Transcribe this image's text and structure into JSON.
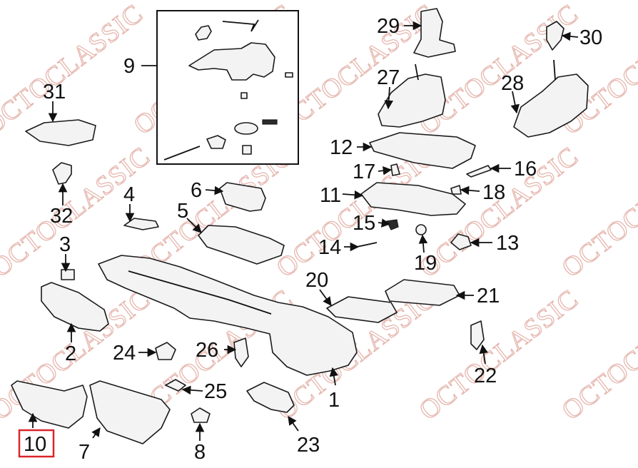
{
  "watermark": "OCTOCLASSIC",
  "highlight_color": "#d9262b",
  "callouts": {
    "c1": "1",
    "c2": "2",
    "c3": "3",
    "c4": "4",
    "c5": "5",
    "c6": "6",
    "c7": "7",
    "c8": "8",
    "c9": "9",
    "c10": "10",
    "c11": "11",
    "c12": "12",
    "c13": "13",
    "c14": "14",
    "c15": "15",
    "c16": "16",
    "c17": "17",
    "c18": "18",
    "c19": "19",
    "c20": "20",
    "c21": "21",
    "c22": "22",
    "c23": "23",
    "c24": "24",
    "c25": "25",
    "c26": "26",
    "c27": "27",
    "c28": "28",
    "c29": "29",
    "c30": "30",
    "c31": "31",
    "c32": "32"
  },
  "selected_callout": "10"
}
